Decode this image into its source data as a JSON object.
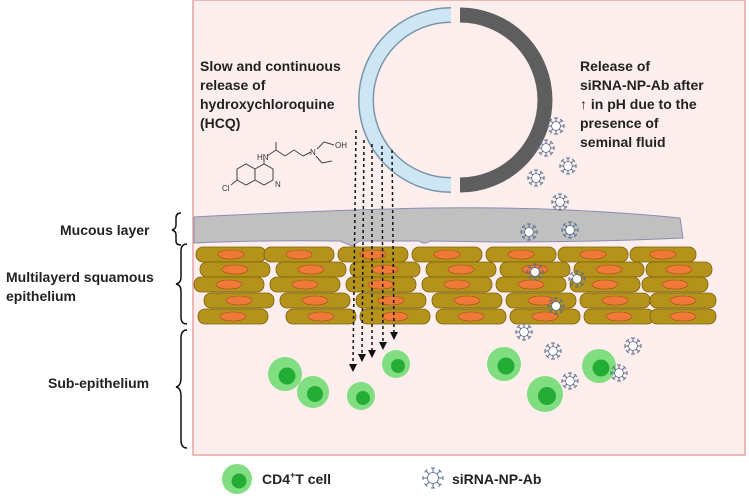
{
  "texts": {
    "hcq_release": [
      "Slow and continuous",
      "release of",
      "hydroxychloroquine",
      "(HCQ)"
    ],
    "sirna_release": [
      "Release of",
      "siRNA-NP-Ab after",
      "↑ in pH due to the",
      "presence of",
      "seminal fluid"
    ],
    "mucous_layer": "Mucous layer",
    "epithelium": [
      "Multilayerd squamous",
      "epithelium"
    ],
    "sub_epithelium": "Sub-epithelium",
    "molecule_nh": "HN",
    "molecule_oh": "OH",
    "molecule_n": "N",
    "molecule_cl": "Cl"
  },
  "legend": {
    "cd4_prefix": "CD4",
    "cd4_sup": "+",
    "cd4_suffix": "T cell",
    "sirna_label": "siRNA-NP-Ab"
  },
  "colors": {
    "tissue_bg": "#fdeeee",
    "tissue_border": "#e8a2a2",
    "mucus": "#c0c0c0",
    "cell_body": "#b5921a",
    "cell_nucleus": "#ef7a38",
    "tcell_outer": "#80dd80",
    "tcell_inner": "#24ad34",
    "ring_light": "#cde6f6",
    "ring_dark": "#5e5e5e",
    "nanoparticle": "#ffffff"
  }
}
